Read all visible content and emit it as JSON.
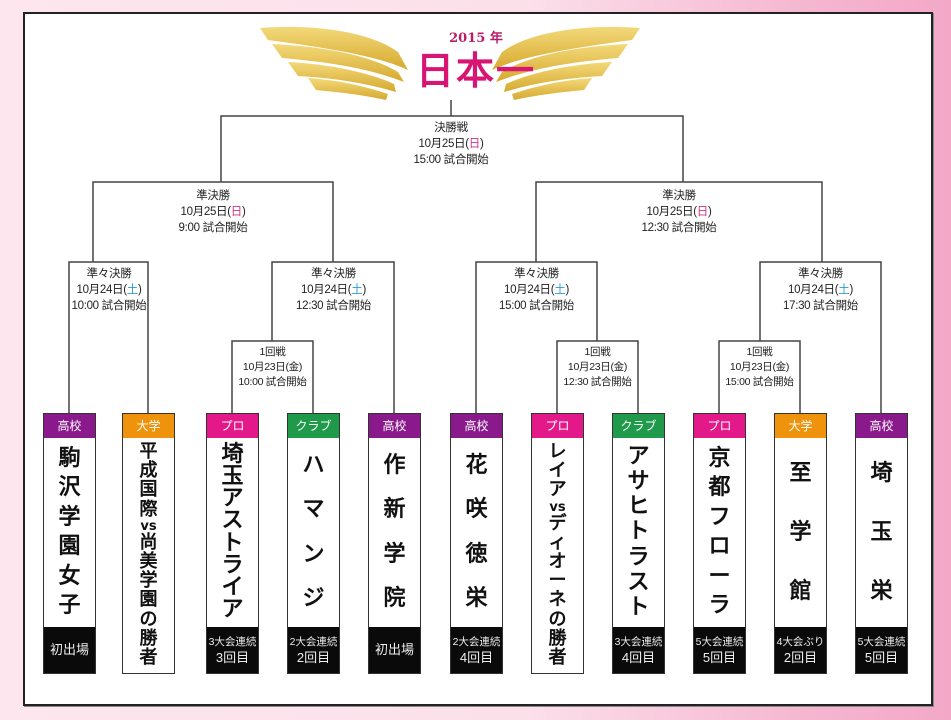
{
  "header": {
    "year": "2015 年",
    "title": "日本一"
  },
  "colors": {
    "高校": "#8a1a8c",
    "大学": "#f0930c",
    "プロ": "#e3198a",
    "クラブ": "#1f9a4a",
    "title": "#d81572",
    "wing": "#e8c456",
    "sunday": "#d0328a",
    "saturday": "#2a9ad6"
  },
  "matches": {
    "final": {
      "round": "決勝戦",
      "date": "10月25日(",
      "day": "日",
      "close": ")",
      "time": "15:00 試合開始"
    },
    "semi_left": {
      "round": "準決勝",
      "date": "10月25日(",
      "day": "日",
      "close": ")",
      "time": "9:00 試合開始"
    },
    "semi_right": {
      "round": "準決勝",
      "date": "10月25日(",
      "day": "日",
      "close": ")",
      "time": "12:30 試合開始"
    },
    "qf1": {
      "round": "準々決勝",
      "date": "10月24日(",
      "day": "土",
      "close": ")",
      "time": "10:00 試合開始"
    },
    "qf2": {
      "round": "準々決勝",
      "date": "10月24日(",
      "day": "土",
      "close": ")",
      "time": "12:30 試合開始"
    },
    "qf3": {
      "round": "準々決勝",
      "date": "10月24日(",
      "day": "土",
      "close": ")",
      "time": "15:00 試合開始"
    },
    "qf4": {
      "round": "準々決勝",
      "date": "10月24日(",
      "day": "土",
      "close": ")",
      "time": "17:30 試合開始"
    },
    "r1a": {
      "round": "1回戦",
      "date": "10月23日(金)",
      "time": "10:00 試合開始"
    },
    "r1b": {
      "round": "1回戦",
      "date": "10月23日(金)",
      "time": "12:30 試合開始"
    },
    "r1c": {
      "round": "1回戦",
      "date": "10月23日(金)",
      "time": "15:00 試合開始"
    }
  },
  "teams": [
    {
      "category": "高校",
      "chars": [
        "駒",
        "沢",
        "学",
        "園",
        "女",
        "子"
      ],
      "record_line1": "初出場",
      "record_line2": ""
    },
    {
      "category": "大学",
      "chars": [
        "平",
        "成",
        "国",
        "際",
        "vs",
        "尚",
        "美",
        "学",
        "園",
        "の",
        "勝",
        "者"
      ],
      "record_line1": "",
      "record_line2": ""
    },
    {
      "category": "プロ",
      "chars": [
        "埼",
        "玉",
        "ア",
        "ス",
        "ト",
        "ラ",
        "イ",
        "ア"
      ],
      "record_line1": "3大会連続",
      "record_line2": "3回目"
    },
    {
      "category": "クラブ",
      "chars": [
        "ハ",
        "マ",
        "ン",
        "ジ"
      ],
      "record_line1": "2大会連続",
      "record_line2": "2回目"
    },
    {
      "category": "高校",
      "chars": [
        "作",
        "新",
        "学",
        "院"
      ],
      "record_line1": "初出場",
      "record_line2": ""
    },
    {
      "category": "高校",
      "chars": [
        "花",
        "咲",
        "徳",
        "栄"
      ],
      "record_line1": "2大会連続",
      "record_line2": "4回目"
    },
    {
      "category": "プロ",
      "chars": [
        "レ",
        "イ",
        "ア",
        "vs",
        "デ",
        "ィ",
        "オ",
        "ー",
        "ネ",
        "の",
        "勝",
        "者"
      ],
      "record_line1": "",
      "record_line2": ""
    },
    {
      "category": "クラブ",
      "chars": [
        "ア",
        "サ",
        "ヒ",
        "ト",
        "ラ",
        "ス",
        "ト"
      ],
      "record_line1": "3大会連続",
      "record_line2": "4回目"
    },
    {
      "category": "プロ",
      "chars": [
        "京",
        "都",
        "フ",
        "ロ",
        "ー",
        "ラ"
      ],
      "record_line1": "5大会連続",
      "record_line2": "5回目"
    },
    {
      "category": "大学",
      "chars": [
        "至",
        "学",
        "館"
      ],
      "record_line1": "4大会ぶり",
      "record_line2": "2回目"
    },
    {
      "category": "高校",
      "chars": [
        "埼",
        "玉",
        "栄"
      ],
      "record_line1": "5大会連続",
      "record_line2": "5回目"
    }
  ]
}
